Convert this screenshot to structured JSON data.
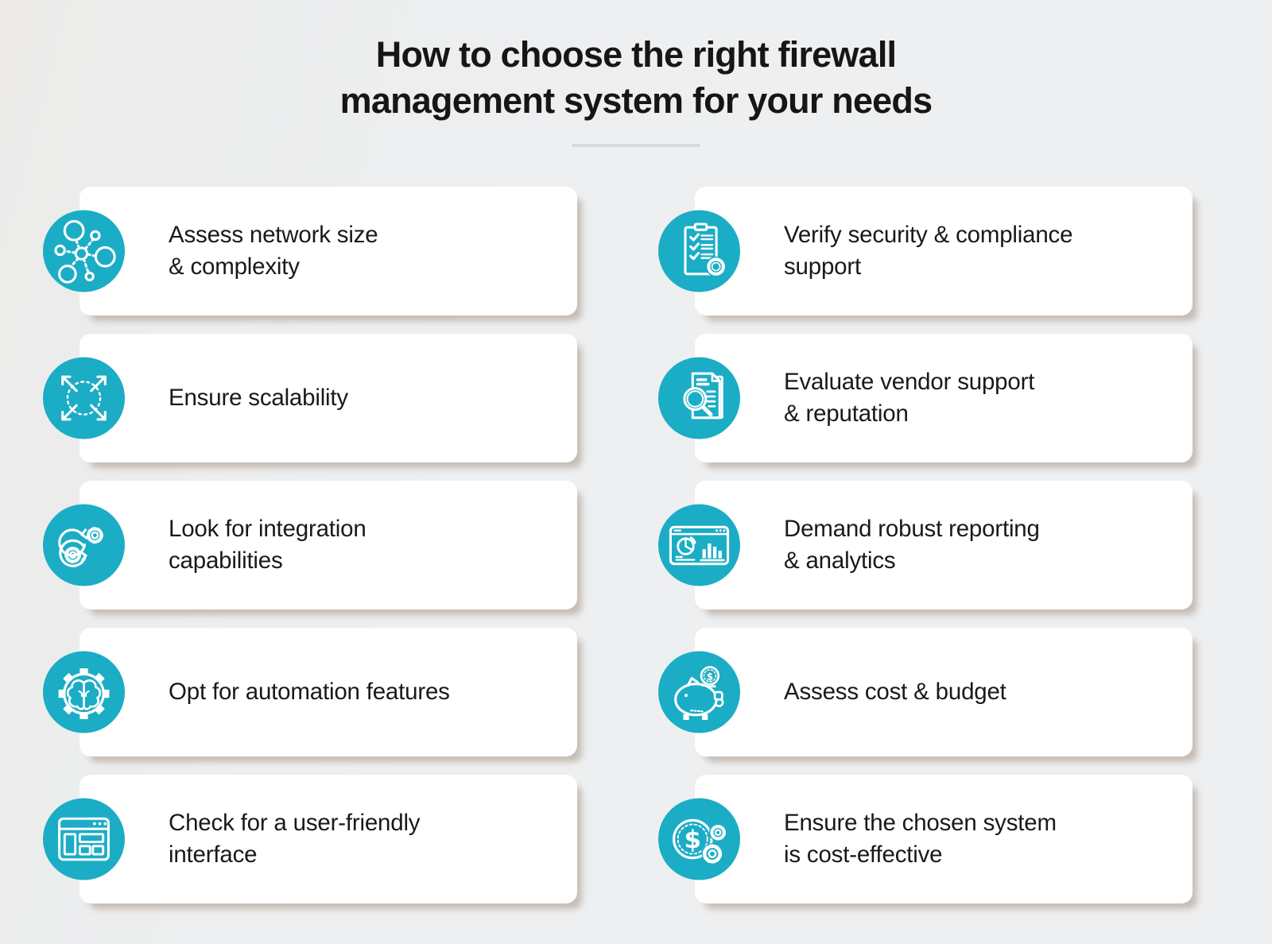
{
  "page": {
    "background_color": "#edeef0",
    "accent_color": "#1badc5",
    "card_color": "#ffffff",
    "text_color": "#191919"
  },
  "header": {
    "title_line1": "How to choose the right firewall",
    "title_line2": "management system for your needs"
  },
  "cards": {
    "items": [
      {
        "label": "Assess network size\n& complexity",
        "icon": "network-icon"
      },
      {
        "label": "Verify security & compliance\nsupport",
        "icon": "compliance-checklist-icon"
      },
      {
        "label": "Ensure scalability",
        "icon": "expand-arrows-icon"
      },
      {
        "label": "Evaluate vendor support\n& reputation",
        "icon": "document-magnifier-icon"
      },
      {
        "label": "Look for integration\ncapabilities",
        "icon": "integration-gears-icon"
      },
      {
        "label": "Demand robust reporting\n& analytics",
        "icon": "analytics-dashboard-icon"
      },
      {
        "label": "Opt for automation features",
        "icon": "gear-brain-icon"
      },
      {
        "label": "Assess cost & budget",
        "icon": "piggy-bank-icon"
      },
      {
        "label": "Check for a user-friendly\ninterface",
        "icon": "browser-window-icon"
      },
      {
        "label": "Ensure the chosen system\nis cost-effective",
        "icon": "dollar-gears-icon"
      }
    ]
  }
}
